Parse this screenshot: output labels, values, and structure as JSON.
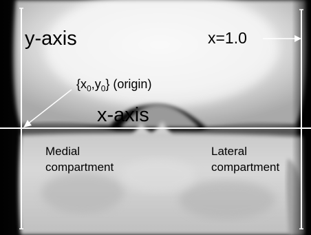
{
  "labels": {
    "y_axis": "y-axis",
    "x_axis": "x-axis",
    "x_max": "x=1.0",
    "origin_open": "{x",
    "origin_x_sub": "0",
    "origin_mid": ",y",
    "origin_y_sub": "0",
    "origin_close": "} (origin)",
    "medial_line1": "Medial",
    "medial_line2": "compartment",
    "lateral_line1": "Lateral",
    "lateral_line2": "compartment"
  },
  "colors": {
    "background": "#000000",
    "axis_lines": "#ffffff",
    "text": "#000000",
    "bone_bright": "#f2f2f2",
    "bone_mid": "#bdbdbd",
    "bone_dark": "#7a7a7a"
  }
}
